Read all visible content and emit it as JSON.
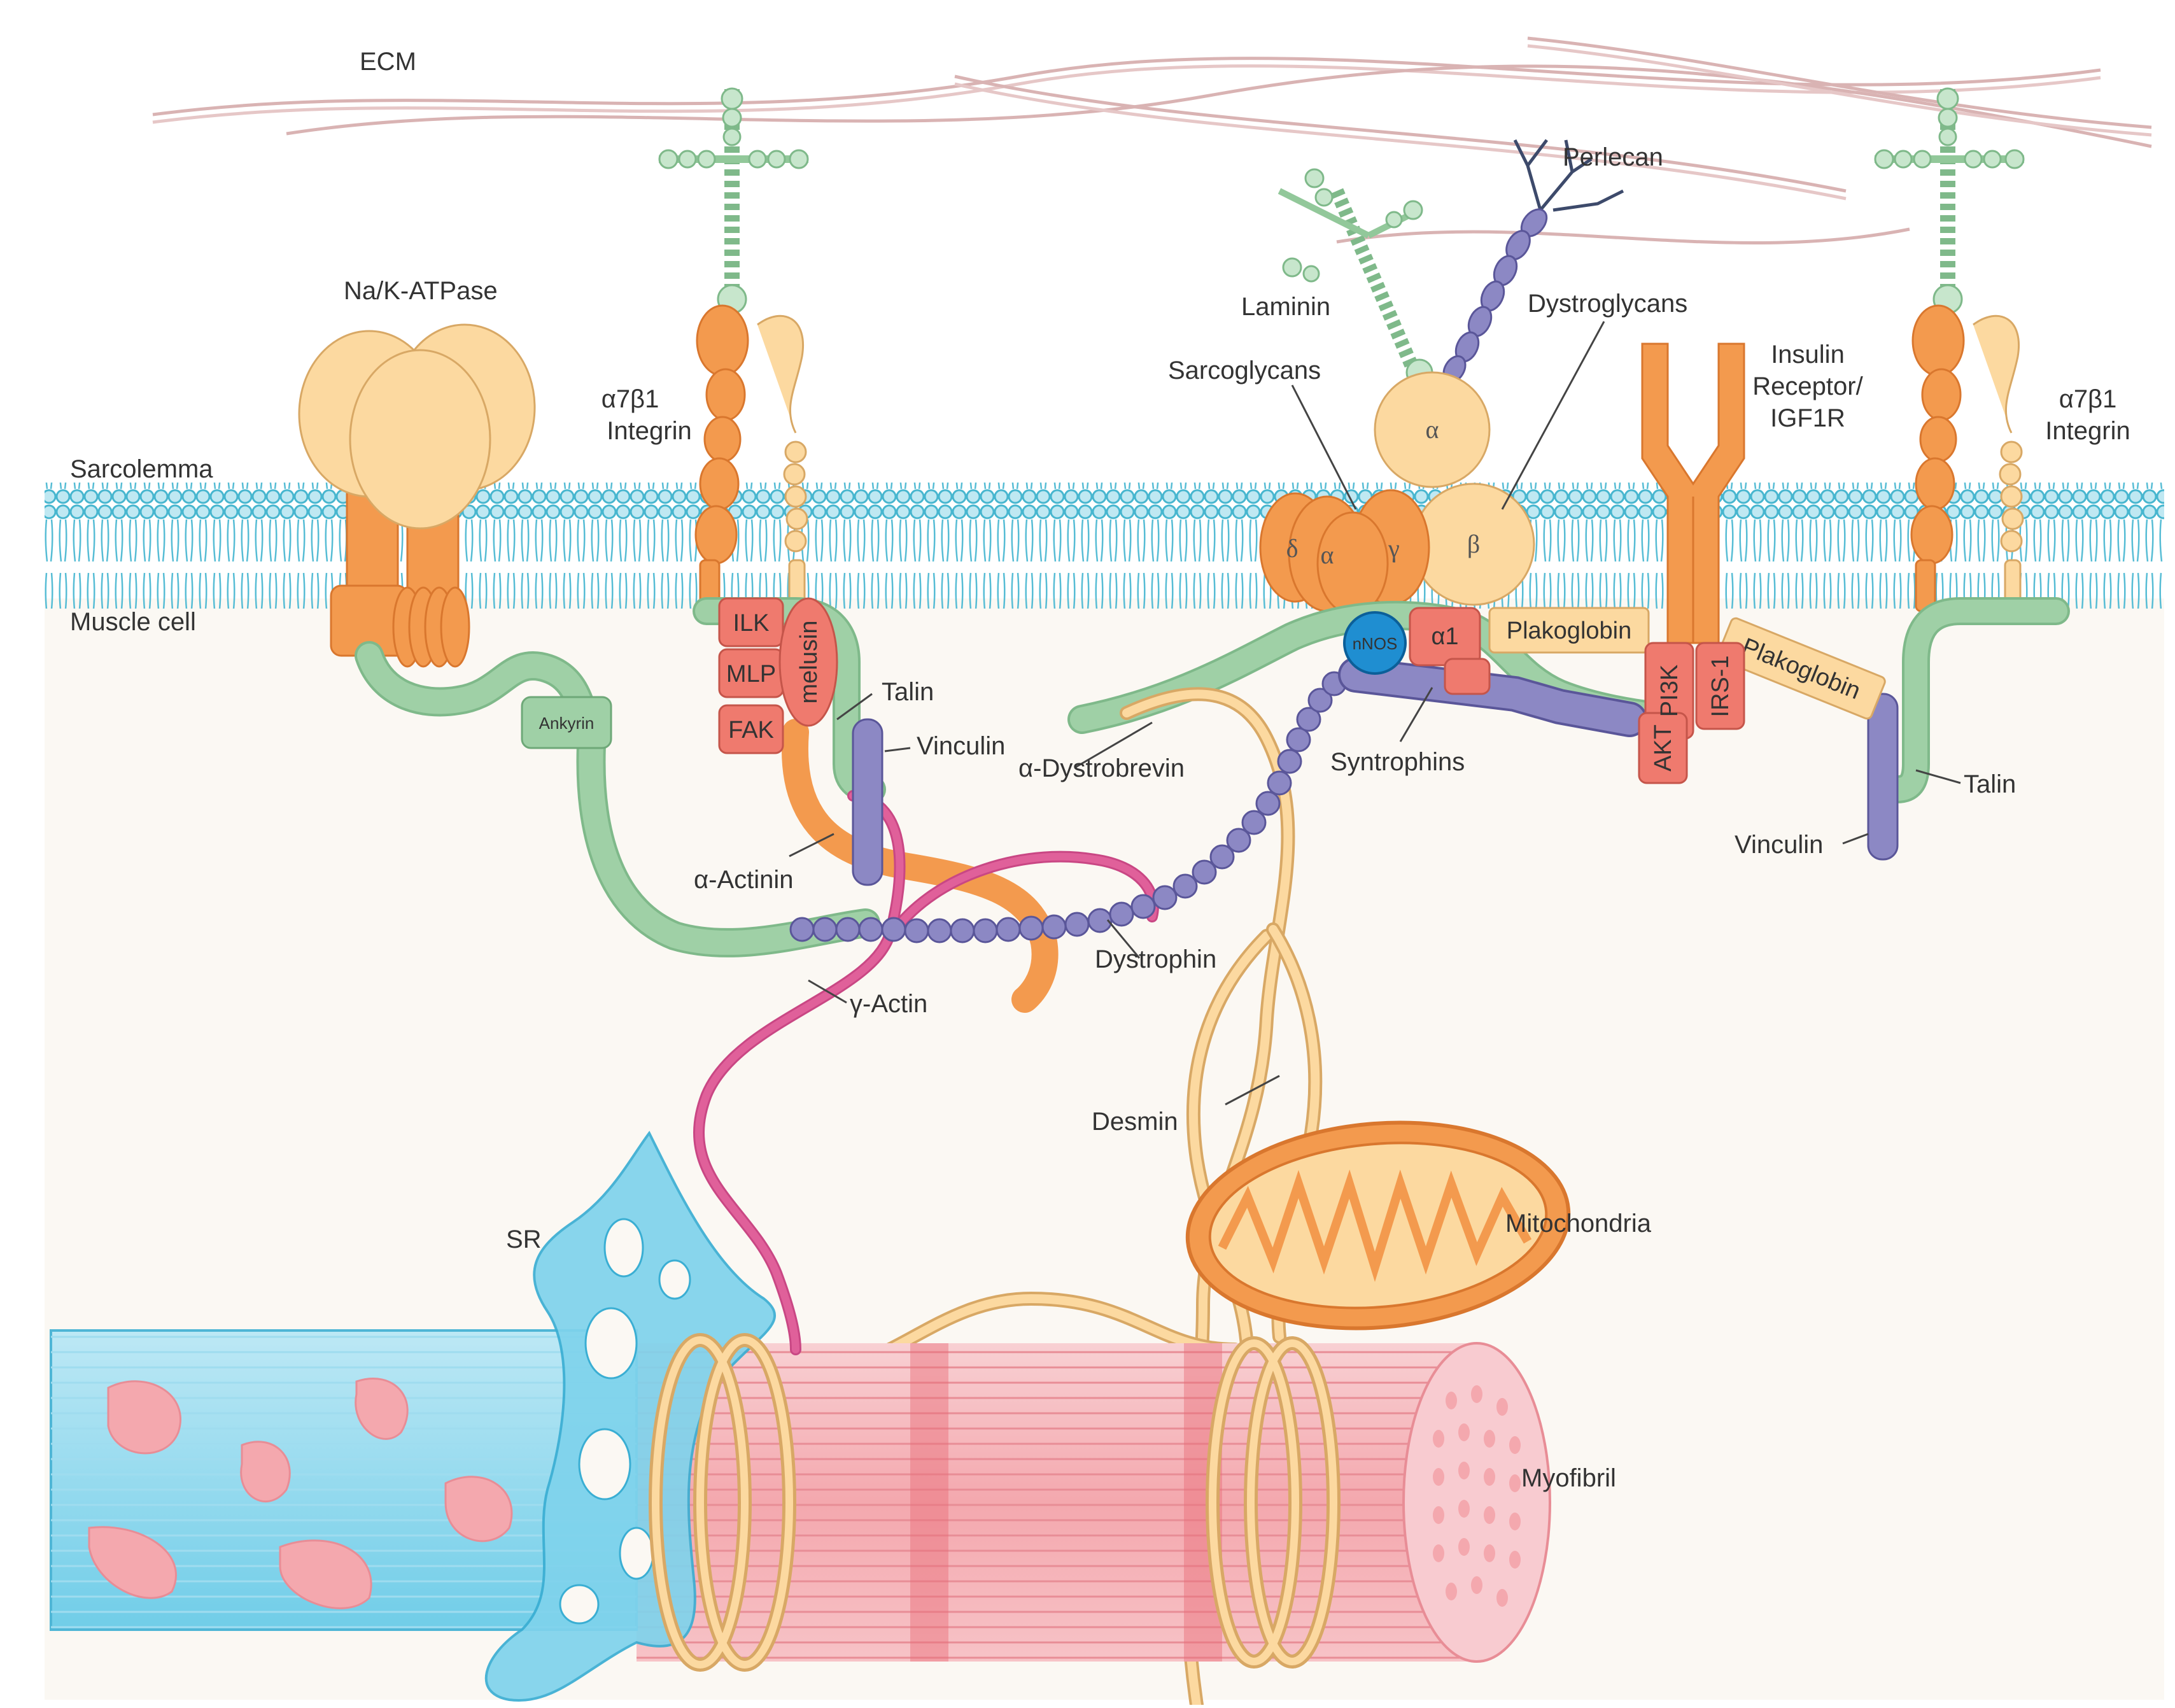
{
  "labels": {
    "ecm": "ECM",
    "sarcolemma": "Sarcolemma",
    "muscle_cell": "Muscle cell",
    "na_k_atpase": "Na/K-ATPase",
    "integrin_left_1": "α7β1",
    "integrin_left_2": "Integrin",
    "integrin_right_1": "α7β1",
    "integrin_right_2": "Integrin",
    "laminin": "Laminin",
    "perlecan": "Perlecan",
    "dystroglycans": "Dystroglycans",
    "sarcoglycans": "Sarcoglycans",
    "insulin_1": "Insulin",
    "insulin_2": "Receptor/",
    "insulin_3": "IGF1R",
    "ankyrin": "Ankyrin",
    "ilk": "ILK",
    "mlp": "MLP",
    "fak": "FAK",
    "melusin": "melusin",
    "talin_left": "Talin",
    "vinculin_left": "Vinculin",
    "alpha_actinin": "α-Actinin",
    "gamma_actin": "γ-Actin",
    "dystrophin": "Dystrophin",
    "alpha_dystrobrevin": "α-Dystrobrevin",
    "nnos": "nNOS",
    "alpha1": "α1",
    "syntrophins": "Syntrophins",
    "plakoglobin_1": "Plakoglobin",
    "plakoglobin_2": "Plakoglobin",
    "pi3k": "PI3K",
    "irs1": "IRS-1",
    "akt": "AKT",
    "talin_right": "Talin",
    "vinculin_right": "Vinculin",
    "desmin": "Desmin",
    "mitochondria": "Mitochondria",
    "sr": "SR",
    "myofibril": "Myofibril",
    "dg_alpha": "α",
    "dg_beta": "β",
    "sg_delta": "δ",
    "sg_alpha": "α",
    "sg_gamma": "γ"
  },
  "colors": {
    "membrane": "#5bc3d8",
    "green_linker": "#92c89a",
    "orange_protein": "#f39a4e",
    "pale_protein": "#fcd9a0",
    "red_kinase": "#ef7a6e",
    "purple_chain": "#8c88c4",
    "pink_actin": "#e0609a",
    "sr_blue": "#5cc8e6",
    "myofibril_pink": "#f4a8ae",
    "ecm_fiber": "#d9b3b3"
  }
}
